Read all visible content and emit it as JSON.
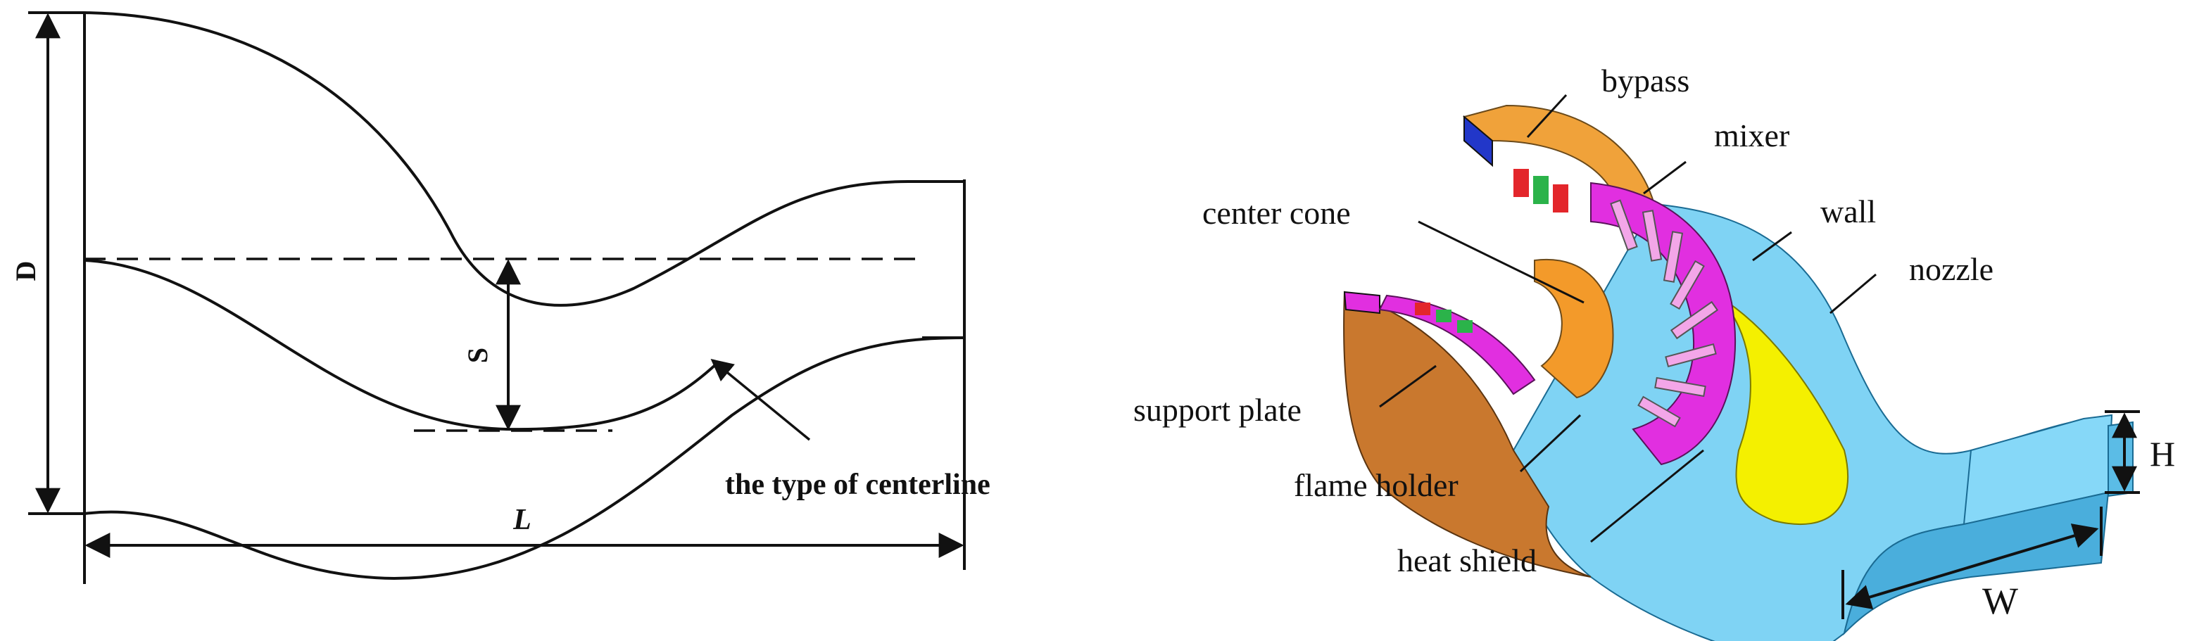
{
  "left_figure": {
    "dims": {
      "D": "D",
      "S": "S",
      "L": "L"
    },
    "centerline_label": "the type of centerline"
  },
  "right_figure": {
    "labels": {
      "bypass": "bypass",
      "mixer": "mixer",
      "wall": "wall",
      "nozzle": "nozzle",
      "center_cone": "center cone",
      "support_plate": "support plate",
      "flame_holder": "flame holder",
      "heat_shield": "heat shield",
      "H": "H",
      "W": "W"
    },
    "colors": {
      "bypass": "#f0a23a",
      "center_cone": "#c9782e",
      "mixer_red": "#e3262b",
      "mixer_green": "#2bb34a",
      "mixer_magenta": "#e12fe0",
      "mixer_pink": "#f3a6e8",
      "heat_shield": "#f4f000",
      "wall": "#7fd3f4",
      "wall_dark": "#4aaedc",
      "cone_orange": "#f39a2a"
    }
  }
}
